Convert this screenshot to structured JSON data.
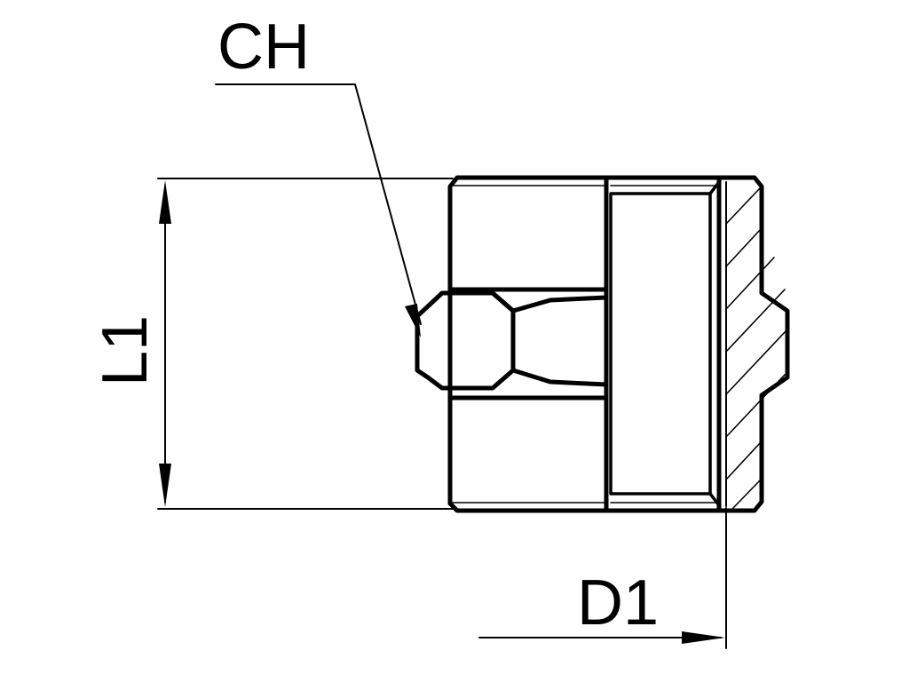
{
  "labels": {
    "ch": "CH",
    "l1": "L1",
    "d1": "D1"
  },
  "colors": {
    "line": "#000000",
    "background": "#ffffff"
  }
}
